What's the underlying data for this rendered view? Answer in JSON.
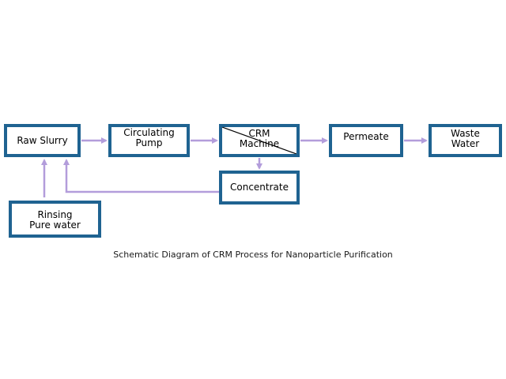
{
  "diagram": {
    "nodes": {
      "raw_slurry": "Raw Slurry",
      "circulating_pump": "Circulating\nPump",
      "crm_machine": "CRM\nMachine",
      "permeate": "Permeate",
      "waste_water": "Waste\nWater",
      "concentrate": "Concentrate",
      "rinsing_water": "Rinsing\nPure water"
    },
    "caption": "Schematic Diagram of CRM Process for Nanoparticle Purification",
    "colors": {
      "box_border": "#1f6391",
      "arrow": "#b39ddb"
    }
  }
}
